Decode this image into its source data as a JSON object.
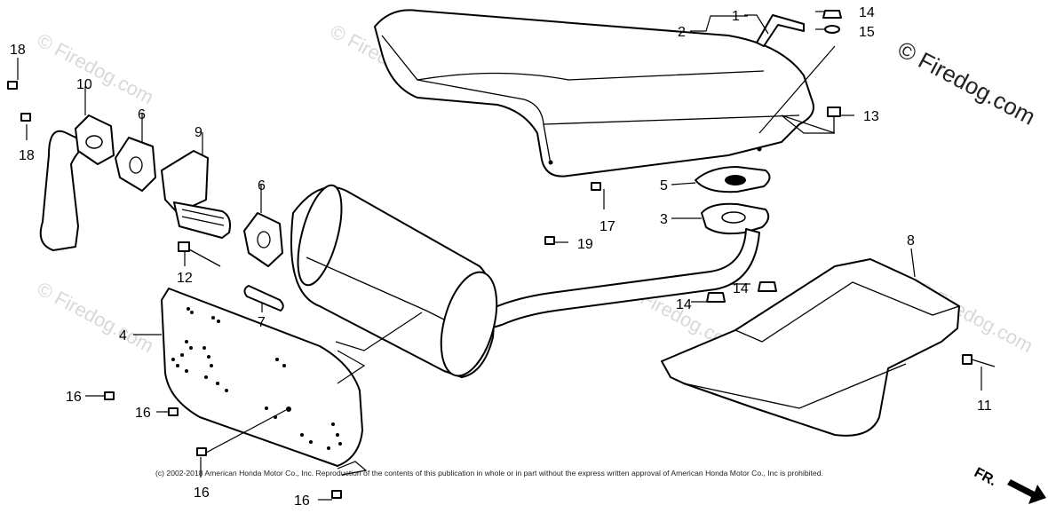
{
  "watermark": {
    "text": "© Firedog.com",
    "brand": "© Firedog.com"
  },
  "copyright": "(c) 2002-2018 American Honda Motor Co., Inc. Reproduction of the contents of this publication in whole or in part without the express written approval of American Honda Motor Co., Inc is prohibited.",
  "direction_marker": {
    "label": "FR."
  },
  "callouts": {
    "c1": "1",
    "c2": "2",
    "c3": "3",
    "c4": "4",
    "c5": "5",
    "c6a": "6",
    "c6b": "6",
    "c7": "7",
    "c8": "8",
    "c9": "9",
    "c10": "10",
    "c11": "11",
    "c12": "12",
    "c13": "13",
    "c14a": "14",
    "c14b": "14",
    "c14c": "14",
    "c15": "15",
    "c16a": "16",
    "c16b": "16",
    "c16c": "16",
    "c16d": "16",
    "c17": "17",
    "c18a": "18",
    "c18b": "18",
    "c19": "19"
  }
}
